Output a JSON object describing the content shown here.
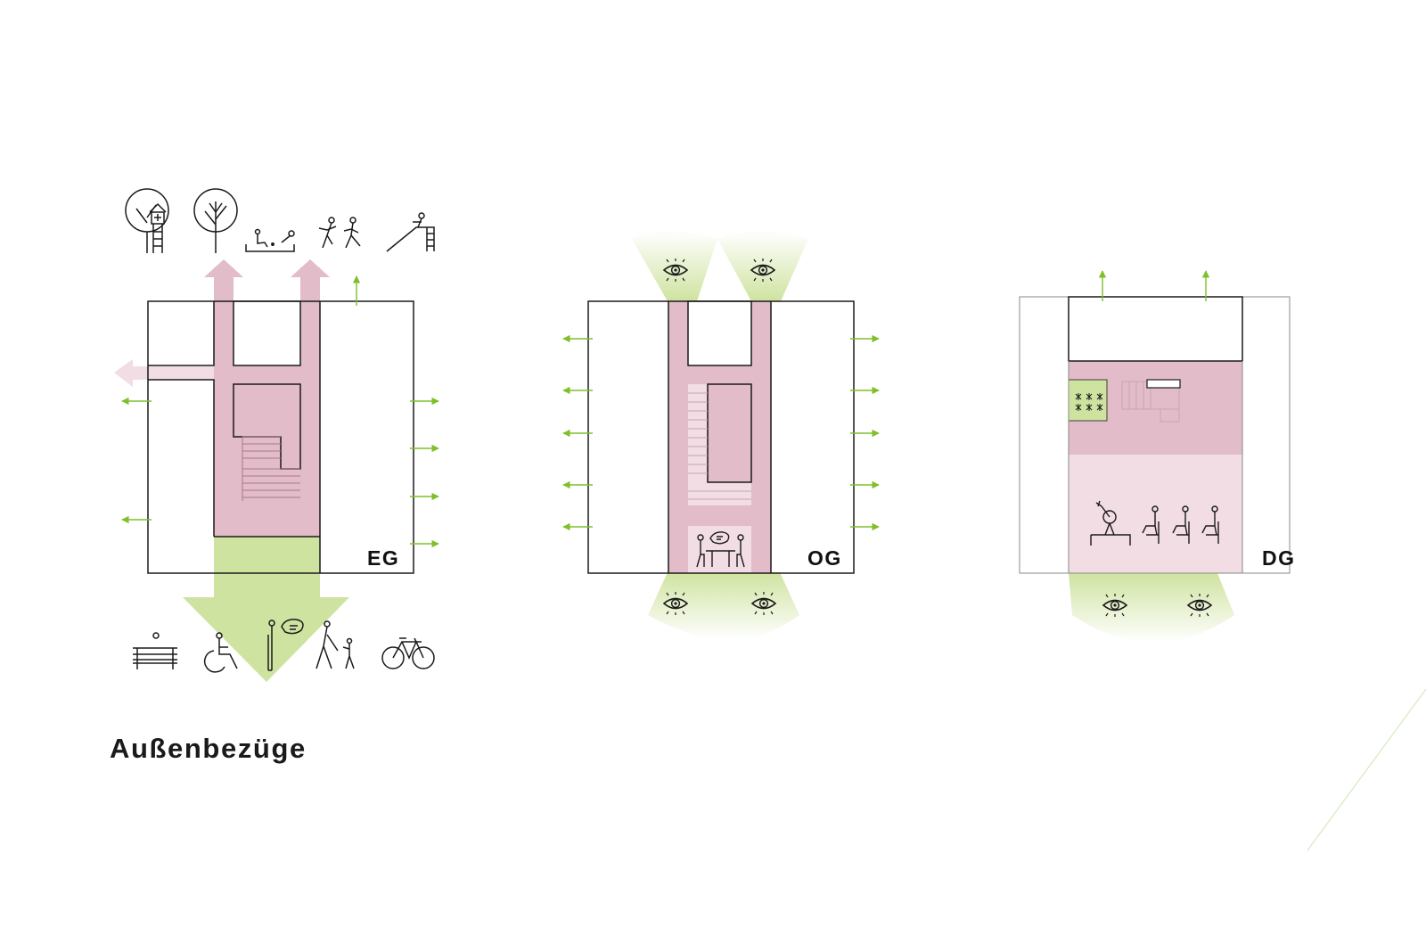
{
  "title": "Außenbezüge",
  "colors": {
    "circulation": "#e2bcc8",
    "circulation_light": "#f1dde3",
    "green": "#cfe3a0",
    "green_arrow": "#7fbf2a",
    "line": "#1a1a1a"
  },
  "plans": [
    {
      "label": "EG",
      "icons_top": [
        "treehouse-icon",
        "tree-icon",
        "sandbox-icon",
        "children-playing-icon",
        "slide-icon"
      ],
      "icons_bottom": [
        "bench-icon",
        "wheelchair-icon",
        "person-talking-icon",
        "person-with-child-icon",
        "bicycle-icon"
      ]
    },
    {
      "label": "OG",
      "icons": [
        "eye-icon",
        "dining-table-icon"
      ]
    },
    {
      "label": "DG",
      "icons": [
        "eye-icon",
        "musician-icon",
        "chair-icon"
      ]
    }
  ]
}
